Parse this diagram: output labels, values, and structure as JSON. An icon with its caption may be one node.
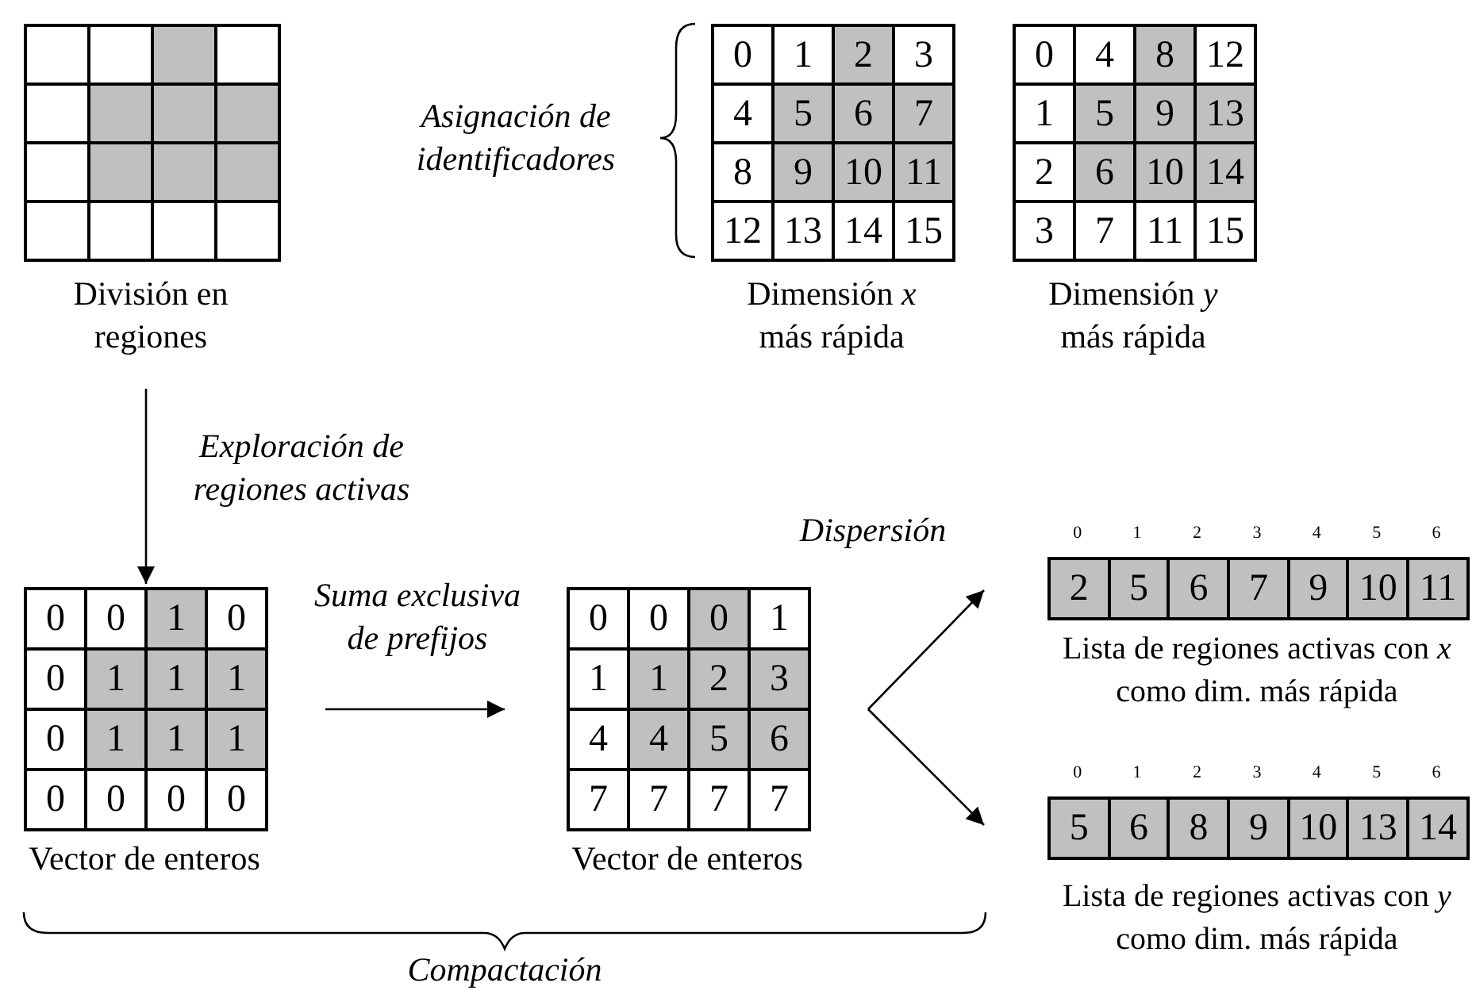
{
  "diagram": {
    "nodes": [
      {
        "text": [],
        "shape": "grid",
        "beside": [
          "División en regiones"
        ]
      },
      {
        "text": [
          "0",
          "1",
          "2",
          "3",
          "4",
          "5",
          "6",
          "7",
          "8",
          "9",
          "10",
          "11",
          "12",
          "13",
          "14",
          "15"
        ],
        "beside": [
          "Dimensión *x* más rápida"
        ]
      },
      {
        "text": [
          "0",
          "4",
          "8",
          "12",
          "1",
          "5",
          "9",
          "13",
          "2",
          "6",
          "10",
          "14",
          "3",
          "7",
          "11",
          "15"
        ],
        "beside": [
          "Dimensión *y* más rápida"
        ]
      },
      {
        "text": [
          "0",
          "0",
          "1",
          "0",
          "0",
          "1",
          "1",
          "1",
          "0",
          "1",
          "1",
          "1",
          "0",
          "0",
          "0",
          "0"
        ],
        "beside": [
          "Vector de enteros"
        ]
      },
      {
        "text": [
          "0",
          "0",
          "0",
          "1",
          "1",
          "1",
          "2",
          "3",
          "4",
          "4",
          "5",
          "6",
          "7",
          "7",
          "7",
          "7"
        ],
        "beside": [
          "Vector de enteros"
        ]
      },
      {
        "text": [
          "2",
          "5",
          "6",
          "7",
          "9",
          "10",
          "11"
        ],
        "beside": [
          "0",
          "1",
          "2",
          "3",
          "4",
          "5",
          "6",
          "Lista de regiones activas con *x* como dim. más rápida"
        ]
      },
      {
        "text": [
          "5",
          "6",
          "8",
          "9",
          "10",
          "13",
          "14"
        ],
        "beside": [
          "0",
          "1",
          "2",
          "3",
          "4",
          "5",
          "6",
          "Lista de regiones activas con *y* como dim. más rápida"
        ]
      }
    ],
    "edges": [
      {
        "from": 0,
        "to": 3,
        "arrow": "to",
        "label": "Exploración de regiones activas"
      },
      {
        "from": 3,
        "to": 4,
        "arrow": "to",
        "label": "Suma exclusiva de prefijos"
      },
      {
        "from": 4,
        "to": 5,
        "arrow": "to",
        "label": "Dispersión"
      },
      {
        "from": 4,
        "to": 6,
        "arrow": "to"
      }
    ],
    "labels": [
      "Asignación de identificadores",
      "Compactación"
    ]
  }
}
